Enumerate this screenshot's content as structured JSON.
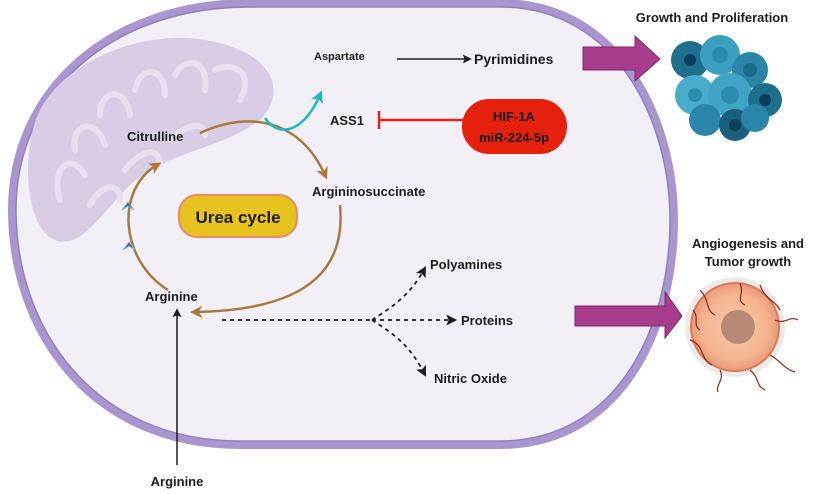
{
  "diagram": {
    "title": "Arginine metabolism and the urea cycle in tumor cells",
    "colors": {
      "cell_fill": "#f2eff7",
      "cell_membrane": "#a996cf",
      "cell_membrane_dark": "#9080be",
      "mitochondria": "#d9cde6",
      "mitochondria_cristae": "#e8e0f0",
      "cycle_arrow": "#a87a3e",
      "aspartate_arrow": "#1fb6c5",
      "inhibition": "#e2231a",
      "urea_badge_fill": "#e8c21e",
      "urea_badge_border": "#e58a6a",
      "hif_badge_fill": "#e5210e",
      "output_arrow": "#a83d8d",
      "text": "#1d1d1d"
    },
    "urea_cycle": {
      "label": "Urea cycle",
      "metabolites": {
        "citrulline": "Citrulline",
        "argininosuccinate": "Argininosuccinate",
        "arginine": "Arginine"
      }
    },
    "aspartate_branch": {
      "aspartate": "Aspartate",
      "pyrimidines": "Pyrimidines"
    },
    "regulation": {
      "enzyme": "ASS1",
      "inhibitors": [
        "HIF-1A",
        "miR-224-5p"
      ]
    },
    "arginine_products": [
      "Polyamines",
      "Proteins",
      "Nitric Oxide"
    ],
    "extracellular_arginine": "Arginine",
    "outcomes": {
      "proliferation": {
        "title": "Growth and Proliferation"
      },
      "angiogenesis": {
        "title_lines": [
          "Angiogenesis and",
          "Tumor growth"
        ]
      }
    }
  }
}
